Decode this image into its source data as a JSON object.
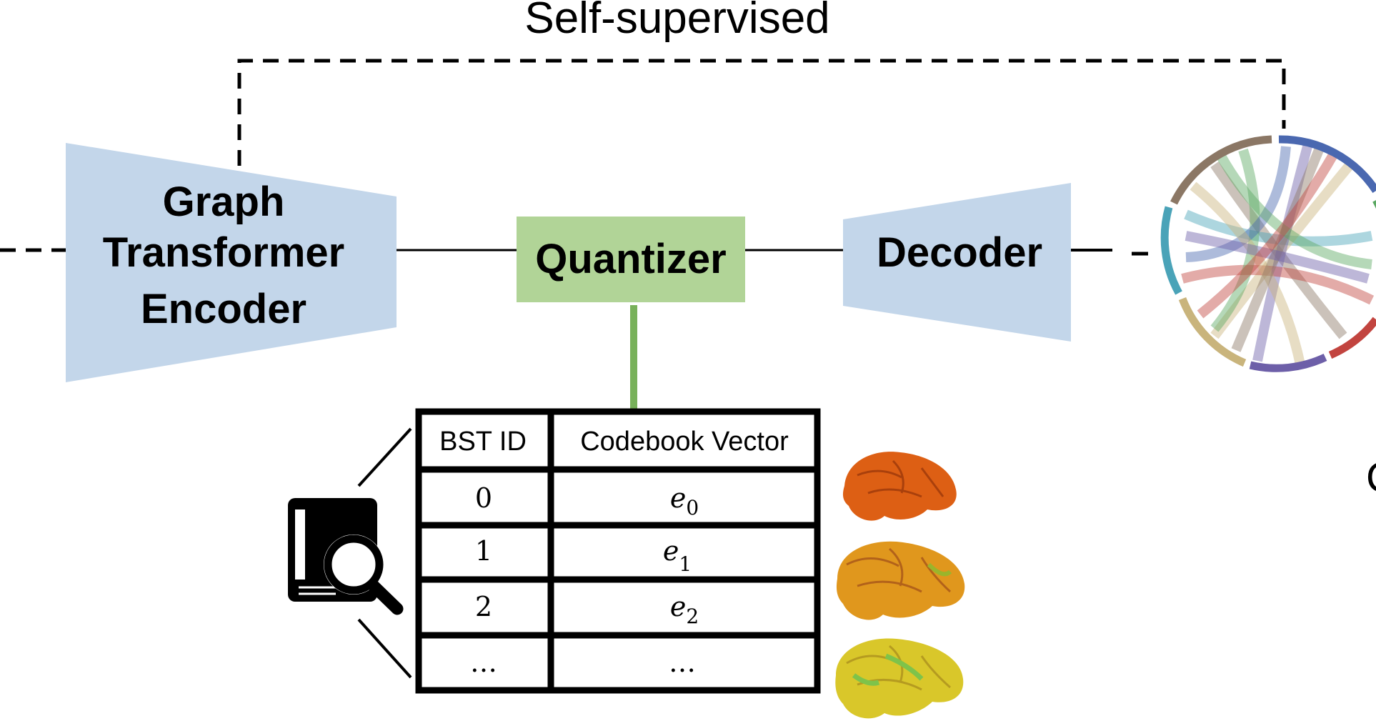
{
  "diagram": {
    "top_label": "Self-supervised",
    "encoder_lines": [
      "Graph",
      "Transformer",
      "Encoder"
    ],
    "quantizer": "Quantizer",
    "decoder": "Decoder",
    "right_edge_glyph": "C"
  },
  "codebook": {
    "headers": [
      "BST ID",
      "Codebook Vector"
    ],
    "rows": [
      {
        "id": "0",
        "vec": "e",
        "sub": "0"
      },
      {
        "id": "1",
        "vec": "e",
        "sub": "1"
      },
      {
        "id": "2",
        "vec": "e",
        "sub": "2"
      },
      {
        "id": "…",
        "vec": "…",
        "sub": ""
      }
    ]
  },
  "colors": {
    "encoder_fill": "#c3d6ea",
    "decoder_fill": "#c3d6ea",
    "quantizer_fill": "#b1d497",
    "quantizer_link": "#78b15a",
    "chord_arcs": [
      "#8b7765",
      "#4a68b0",
      "#4aa3b8",
      "#c9b47c",
      "#6d5fa8",
      "#c2443f",
      "#5aa862"
    ]
  },
  "icons": [
    "book-search-icon",
    "chord-diagram",
    "brain-map-orange",
    "brain-map-orange-yellow",
    "brain-map-yellow-green"
  ]
}
